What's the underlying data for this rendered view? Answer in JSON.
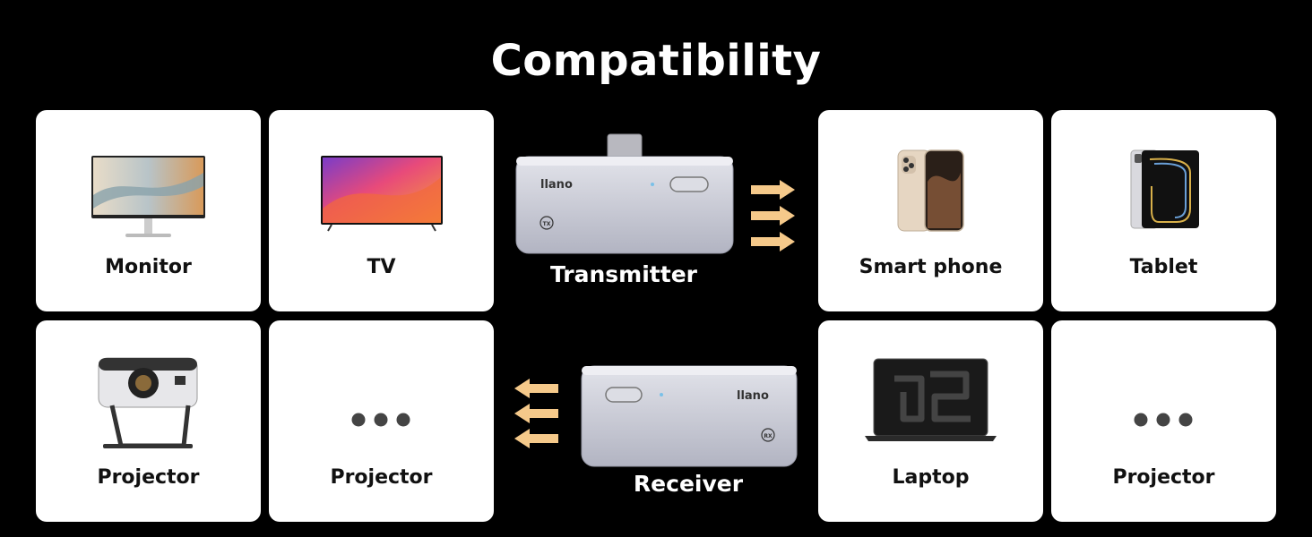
{
  "title": "Compatibility",
  "cards": [
    {
      "label": "Monitor"
    },
    {
      "label": "TV"
    },
    {
      "label": "Smart phone"
    },
    {
      "label": "Tablet"
    },
    {
      "label": "Projector"
    },
    {
      "label": "Projector"
    },
    {
      "label": "Laptop"
    },
    {
      "label": "Projector"
    }
  ],
  "transmitter": {
    "label": "Transmitter",
    "brand": "llano",
    "badge": "TX"
  },
  "receiver": {
    "label": "Receiver",
    "brand": "llano",
    "badge": "RX"
  },
  "colors": {
    "background": "#000000",
    "card": "#ffffff",
    "arrow": "#f5c98a",
    "device": "#c9cbd6"
  }
}
